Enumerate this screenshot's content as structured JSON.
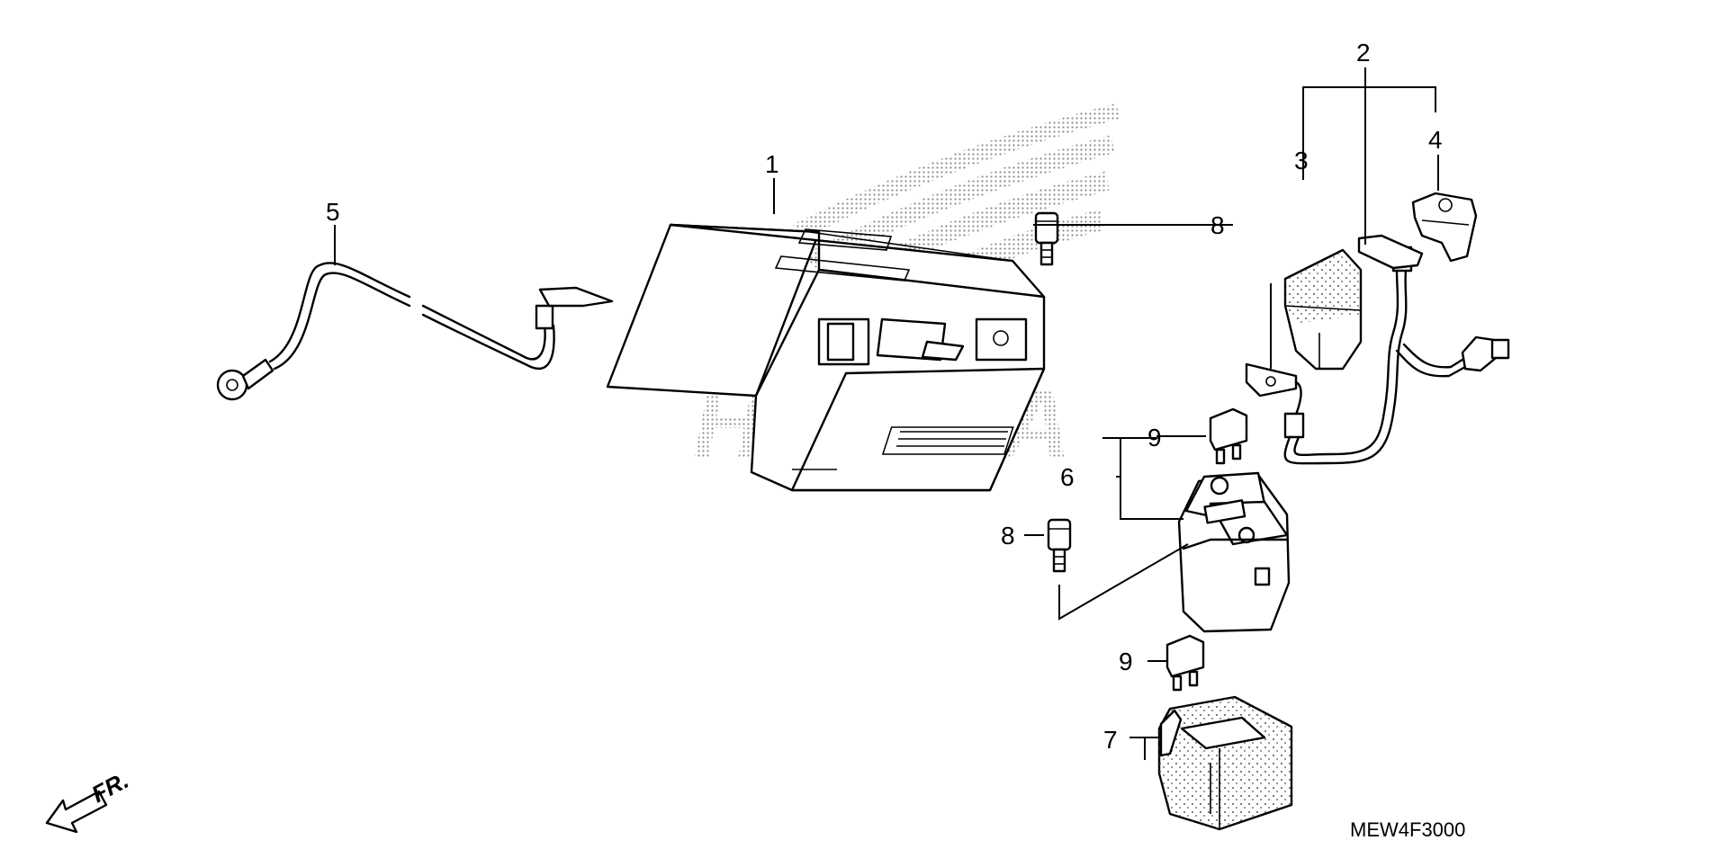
{
  "diagram": {
    "code": "MEW4F3000",
    "front_label": "FR.",
    "watermark_text": "HONDA",
    "callouts": [
      {
        "id": "c1",
        "label": "1"
      },
      {
        "id": "c2",
        "label": "2"
      },
      {
        "id": "c3",
        "label": "3"
      },
      {
        "id": "c4",
        "label": "4"
      },
      {
        "id": "c5",
        "label": "5"
      },
      {
        "id": "c6",
        "label": "6"
      },
      {
        "id": "c7",
        "label": "7"
      },
      {
        "id": "c8a",
        "label": "8"
      },
      {
        "id": "c8b",
        "label": "8"
      },
      {
        "id": "c9a",
        "label": "9"
      },
      {
        "id": "c9b",
        "label": "9"
      }
    ]
  },
  "colors": {
    "line": "#000000",
    "background": "#ffffff",
    "watermark": "#8a8a8a"
  }
}
